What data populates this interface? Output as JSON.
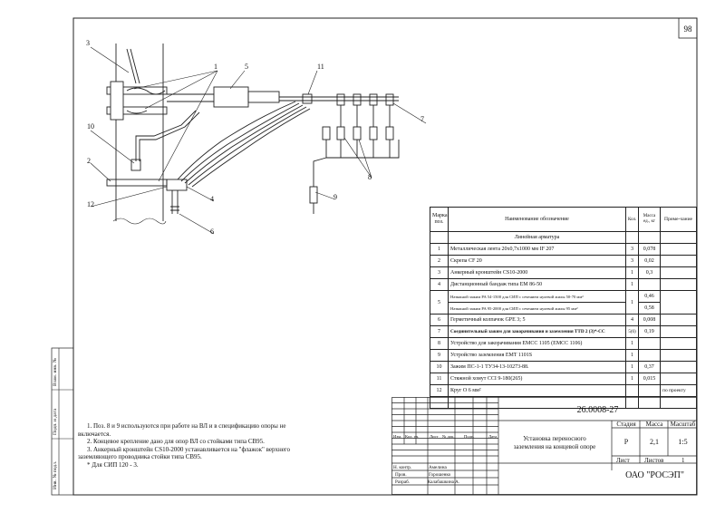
{
  "sheet_number": "98",
  "callouts": [
    "1",
    "2",
    "3",
    "4",
    "5",
    "6",
    "7",
    "8",
    "9",
    "10",
    "11",
    "12"
  ],
  "spec_table": {
    "headers": {
      "mark": "Марка поз.",
      "name": "Наименование обозначение",
      "qty": "Кол.",
      "mass": "Масса ед., кг",
      "note": "Приме-чание"
    },
    "section": "Линейная арматура",
    "rows": [
      {
        "mark": "1",
        "name": "Металлическая лента 20х0,7х1000 мм IF 207",
        "qty": "3",
        "mass": "0,078",
        "note": ""
      },
      {
        "mark": "2",
        "name": "Скрепа CF 20",
        "qty": "3",
        "mass": "0,02",
        "note": ""
      },
      {
        "mark": "3",
        "name": "Анкерный кронштейн CS10-2000",
        "qty": "1",
        "mass": "0,3",
        "note": ""
      },
      {
        "mark": "4",
        "name": "Дистанционный бандаж типа EM 86-50",
        "qty": "1",
        "mass": "",
        "note": ""
      },
      {
        "mark": "5",
        "name": "Натяжной зажим PA 54-1500 для СИП с сечением нулевой жилы 50-70 мм²",
        "qty": "1",
        "mass": "0,46",
        "note": ""
      },
      {
        "mark": "",
        "name": "Натяжной зажим PA 95-2000 для СИП с сечением нулевой жилы 95 мм²",
        "qty": "",
        "mass": "0,58",
        "note": ""
      },
      {
        "mark": "6",
        "name": "Герметичный колпачок GPE 3; 5",
        "qty": "4",
        "mass": "0,008",
        "note": ""
      },
      {
        "mark": "7",
        "name": "Соединительный зажим для закорачивания и заземления TTD 2 (3)*-CC",
        "qty": "5(6)",
        "mass": "0,19",
        "note": ""
      },
      {
        "mark": "8",
        "name": "Устройство для закорачивания EMCC 1105 (EMCC 1106)",
        "qty": "1",
        "mass": "",
        "note": ""
      },
      {
        "mark": "9",
        "name": "Устройство заземления EMT 1101S",
        "qty": "1",
        "mass": "",
        "note": ""
      },
      {
        "mark": "10",
        "name": "Зажим ПС-1-1 ТУ34-13-10273-88.",
        "qty": "1",
        "mass": "0,37",
        "note": ""
      },
      {
        "mark": "11",
        "name": "Стяжной хомут ССI 9-180(265)",
        "qty": "1",
        "mass": "0,015",
        "note": ""
      },
      {
        "mark": "12",
        "name": "Круг О 6 мм²",
        "qty": "",
        "mass": "",
        "note": "по проекту"
      }
    ]
  },
  "notes": [
    "1. Поз. 8 и 9 используются при работе на ВЛ и в спецификацию опоры не",
    "включается.",
    "2. Концевое крепление дано для опор ВЛ со стойками типа СВ95.",
    "3. Анкерный кронштейн CS10-2000 устанавливается на \"флажок\" верхнего",
    "заземляющего проводника стойки типа СВ95.",
    "* Для СИП 120 - 3."
  ],
  "title_block": {
    "code": "26.0008-27",
    "title_line1": "Установка переносного",
    "title_line2": "заземления на концевой опоре",
    "stage_label": "Стадия",
    "mass_label": "Масса",
    "scale_label": "Масштаб",
    "stage": "Р",
    "mass": "2,1",
    "scale": "1:5",
    "sheet_label": "Лист",
    "sheets_label": "Листов",
    "sheets": "1",
    "org": "ОАО \"РОСЭП\"",
    "rev_headers": [
      "Изм.",
      "Кол. уч.",
      "Лист",
      "№ док.",
      "Подп.",
      "Дата"
    ],
    "roles": [
      "Н. контр.",
      "Пров.",
      "Разраб."
    ],
    "names": [
      "Амелина",
      "Горошенко",
      "Калабашкина А."
    ]
  },
  "side_stamp": [
    "Инв. № подл.",
    "Подп. и дата",
    "Взам. инв. №"
  ]
}
